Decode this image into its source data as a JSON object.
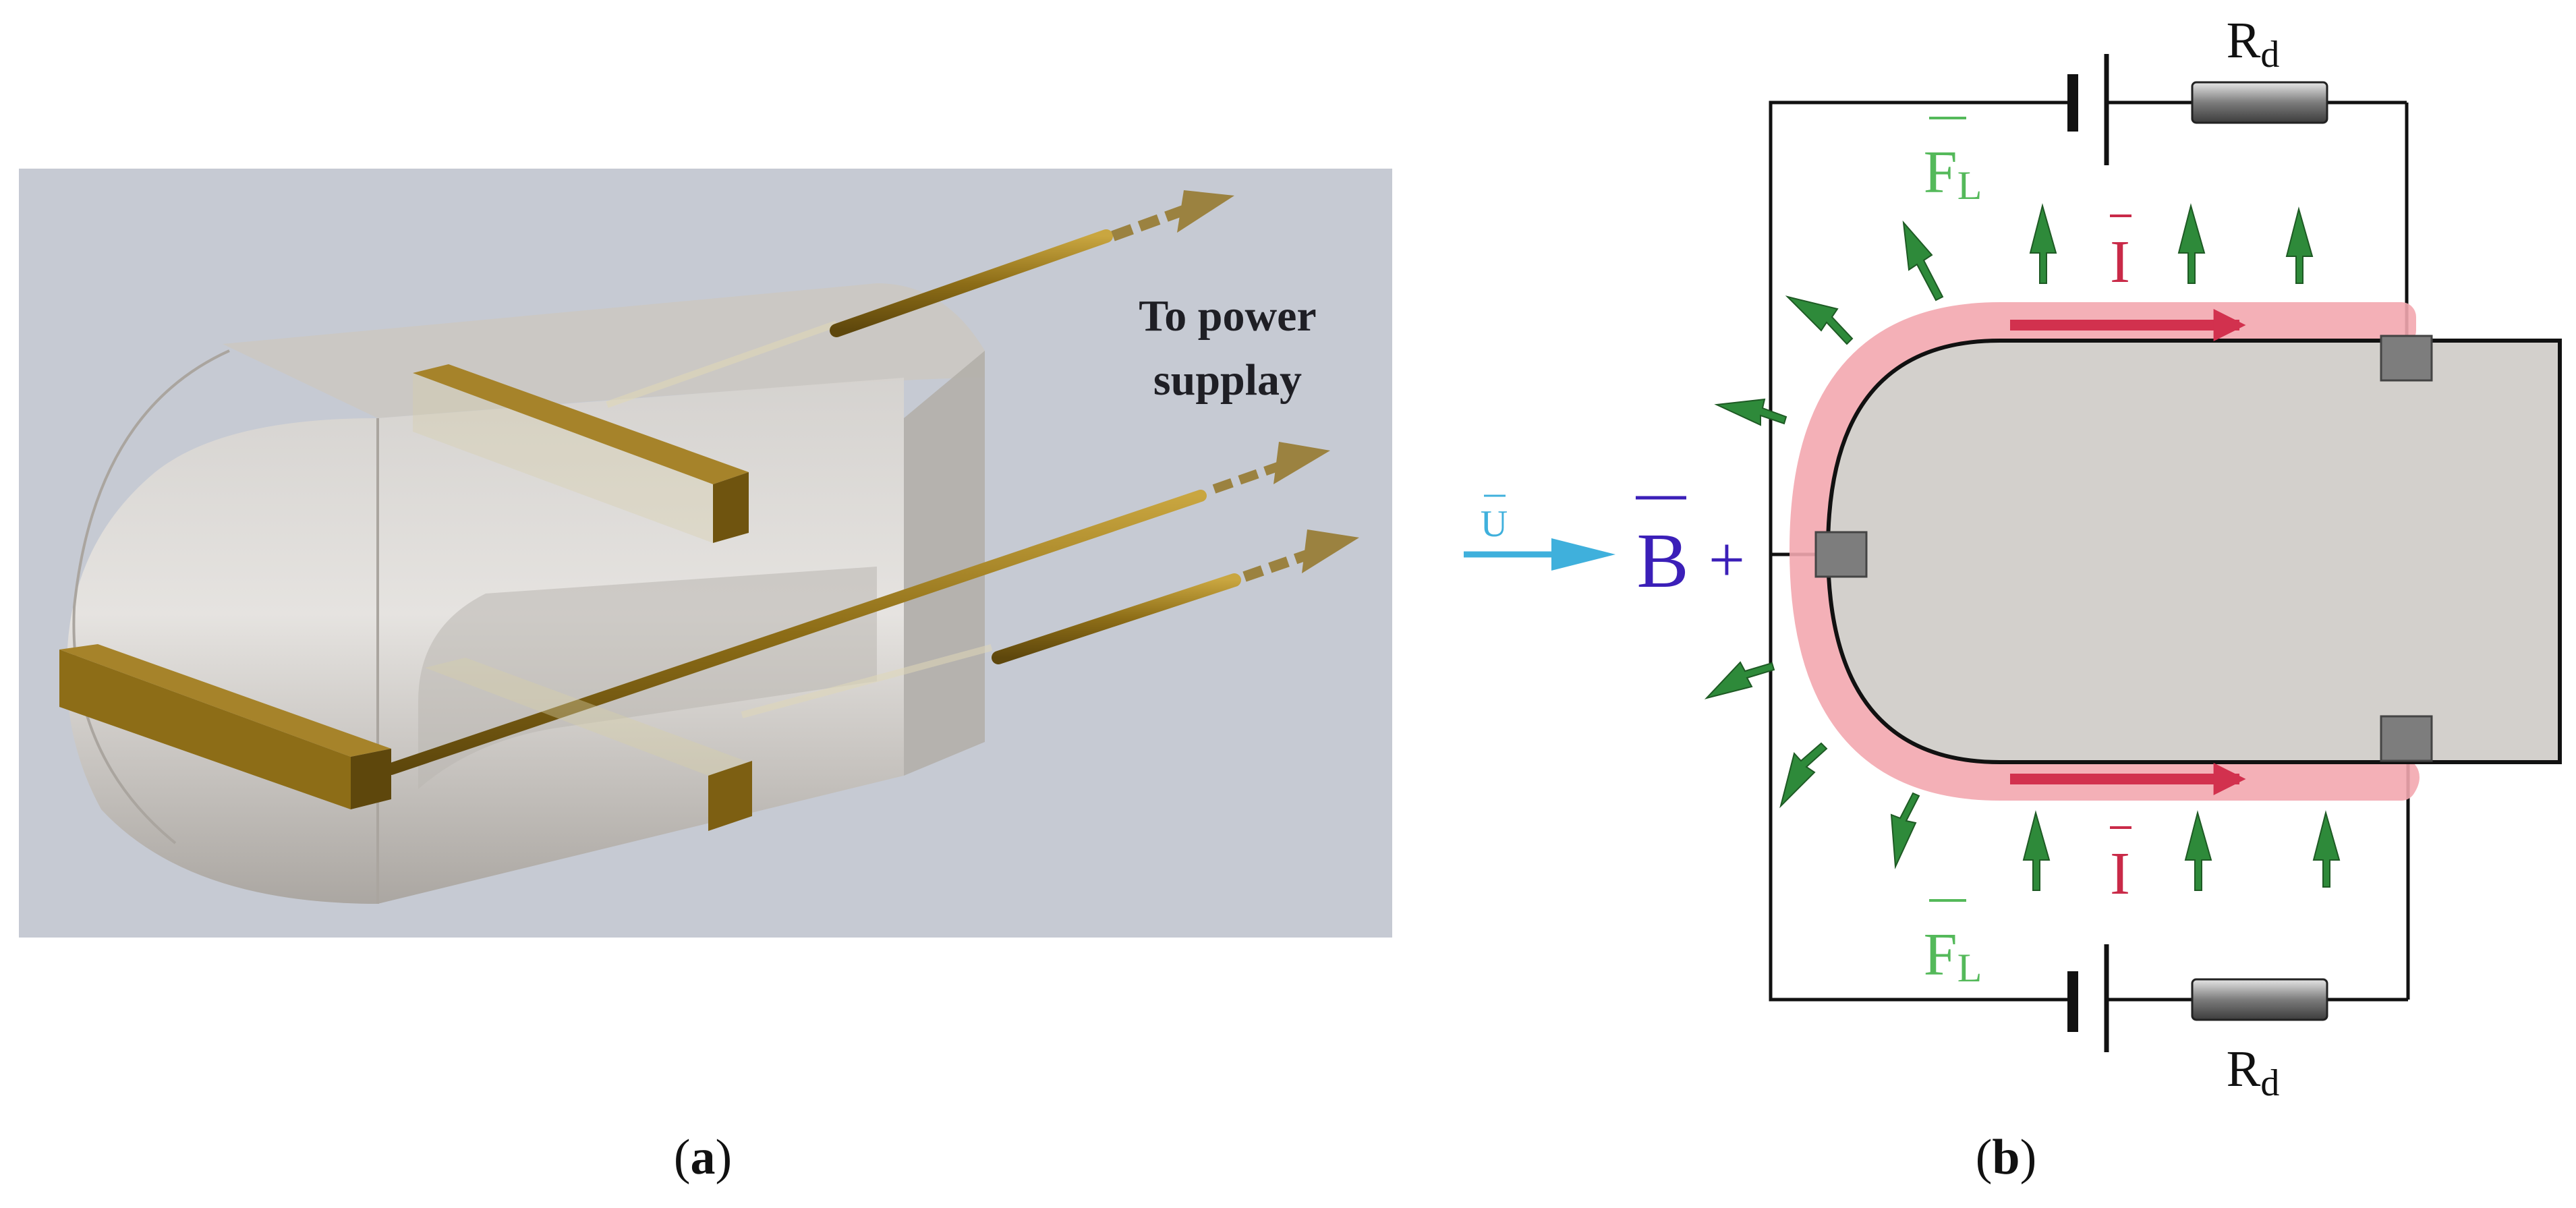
{
  "panel_a": {
    "annotation_line1": "To power",
    "annotation_line2": "supplay",
    "caption_open": "(",
    "caption_letter": "a",
    "caption_close": ")"
  },
  "panel_b": {
    "resistor_label_main": "R",
    "resistor_label_sub": "d",
    "force_label_main": "F",
    "force_label_sub": "L",
    "current_label": "I",
    "velocity_label": "U",
    "field_label": "B",
    "polarity_label": "+",
    "caption_open": "(",
    "caption_letter": "b",
    "caption_close": ")"
  },
  "colors": {
    "background_a": "#c6cad3",
    "electrode_gold": "#8d6d17",
    "electrode_edge": "#5e470c",
    "arrow_gold": "#9b8240",
    "body_gray": "#d3d0cc",
    "plasma_pink": "#f3a8b0",
    "current_red": "#d2314e",
    "force_green": "#54b95a",
    "field_blue": "#3b1fb8",
    "velocity_blue": "#3fb0dc"
  }
}
